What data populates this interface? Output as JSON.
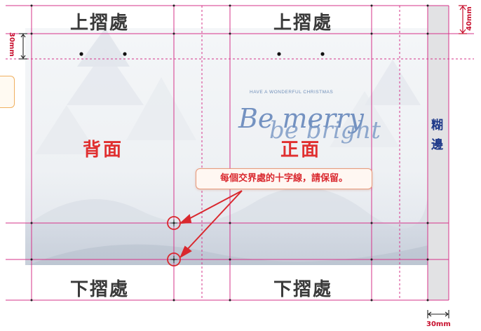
{
  "labels": {
    "top_fold_left": "上摺處",
    "top_fold_right": "上摺處",
    "bottom_fold_left": "下摺處",
    "bottom_fold_right": "下摺處",
    "back_face": "背面",
    "front_face": "正面",
    "glue_line1": "糊",
    "glue_line2": "邊"
  },
  "dimensions": {
    "top_right": "40mm",
    "left_side": "30mm",
    "bottom_right": "30mm"
  },
  "callout": {
    "text": "每個交界處的十字線，請保留。"
  },
  "background_art": {
    "slogan_small": "HAVE A WONDERFUL CHRISTMAS",
    "slogan_line1": "Be merry",
    "slogan_line2": "be bright"
  },
  "colors": {
    "guide_line": "#d6338a",
    "dim_line": "#c8102e",
    "face_text": "#e03030",
    "glue_text": "#1f3a8a",
    "glue_strip": "#e2e2e4"
  }
}
